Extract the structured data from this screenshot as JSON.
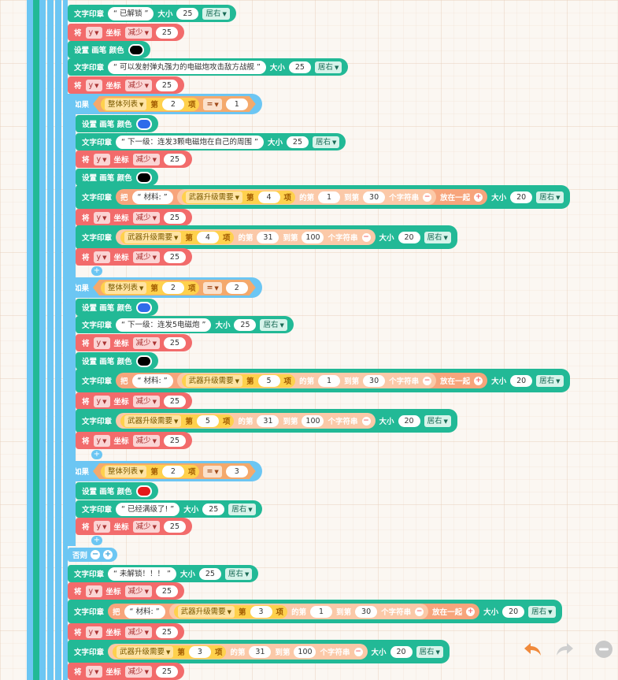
{
  "blocks": {
    "text_stamp": "文字印章",
    "set": "将",
    "coord": "坐标",
    "decrease": "减少",
    "set_pen_color": "设置 画笔 颜色",
    "size": "大小",
    "align_right": "居右",
    "if": "如果",
    "else": "否则",
    "list_whole": "整体列表",
    "di": "第",
    "xiang": "项",
    "eq": "=",
    "var_y": "y",
    "weapon_upgrade": "武器升级需要",
    "join": "把",
    "put_together": "放在一起",
    "de_di": "的第",
    "dao_di": "到第",
    "ge_zifu": "个字符串",
    "materials": "“ 材料: ”"
  },
  "texts": {
    "unlocked": "“ 已解锁 ”",
    "fire": "“ 可以发射弹丸强力的电磁炮攻击敌方战舰 ”",
    "next1": "“ 下一级：连发3颗电磁炮在自己的周围 ”",
    "next2": "“ 下一级：连发5电磁炮 ”",
    "maxed": "“ 已经满级了! ”",
    "locked": "“ 未解锁！！！ ”"
  },
  "nums": {
    "n25": "25",
    "n20": "20",
    "n1": "1",
    "n2": "2",
    "n3": "3",
    "n4": "4",
    "n5": "5",
    "n30": "30",
    "n31": "31",
    "n100": "100"
  },
  "colors": {
    "black": "#000000",
    "blue": "#2f6bea",
    "red": "#e61919"
  }
}
